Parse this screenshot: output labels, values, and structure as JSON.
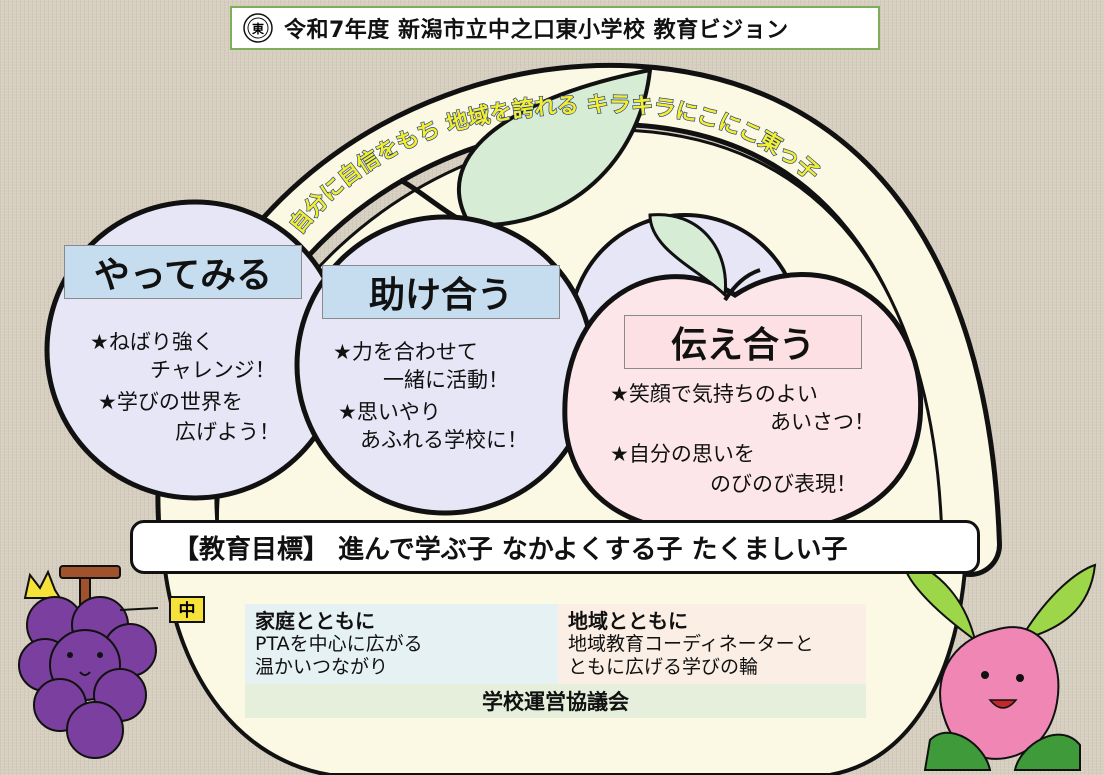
{
  "title": "令和7年度 新潟市立中之口東小学校 教育ビジョン",
  "school_seal_char": "東",
  "slogan_part1": "自分に自信をもち",
  "slogan_part2": "地域を誇れる",
  "slogan_part3": "キラキラにこにこ東っ子",
  "fruits": [
    {
      "label": "やってみる",
      "lines": [
        "★ねばり強く",
        "チャレンジ！",
        "★学びの世界を",
        "広げよう！"
      ]
    },
    {
      "label": "助け合う",
      "lines": [
        "★力を合わせて",
        "一緒に活動！",
        "★思いやり",
        "あふれる学校に！"
      ]
    },
    {
      "label": "伝え合う",
      "lines": [
        "★笑顔で気持ちのよい",
        "あいさつ！",
        "★自分の思いを",
        "のびのび表現！"
      ]
    }
  ],
  "goals": "【教育目標】 進んで学ぶ子  なかよくする子  たくましい子",
  "home": {
    "heading": "家庭とともに",
    "lines": [
      "PTAを中心に広がる",
      "温かいつながり"
    ]
  },
  "community": {
    "heading": "地域とともに",
    "lines": [
      "地域教育コーディネーターと",
      "ともに広げる学びの輪"
    ]
  },
  "council": "学校運営協議会",
  "mascot_grape_badge": "中",
  "colors": {
    "background": "#d6cfc0",
    "basket_fill": "#fbf8e4",
    "grape_fill": "#e6e6f6",
    "peach_fill": "#fde6ea",
    "leaf": "#d6ecd4",
    "slogan_text": "#f4ee2e",
    "grape_mascot": "#7b3fa0",
    "peach_mascot": "#ef86b4"
  }
}
